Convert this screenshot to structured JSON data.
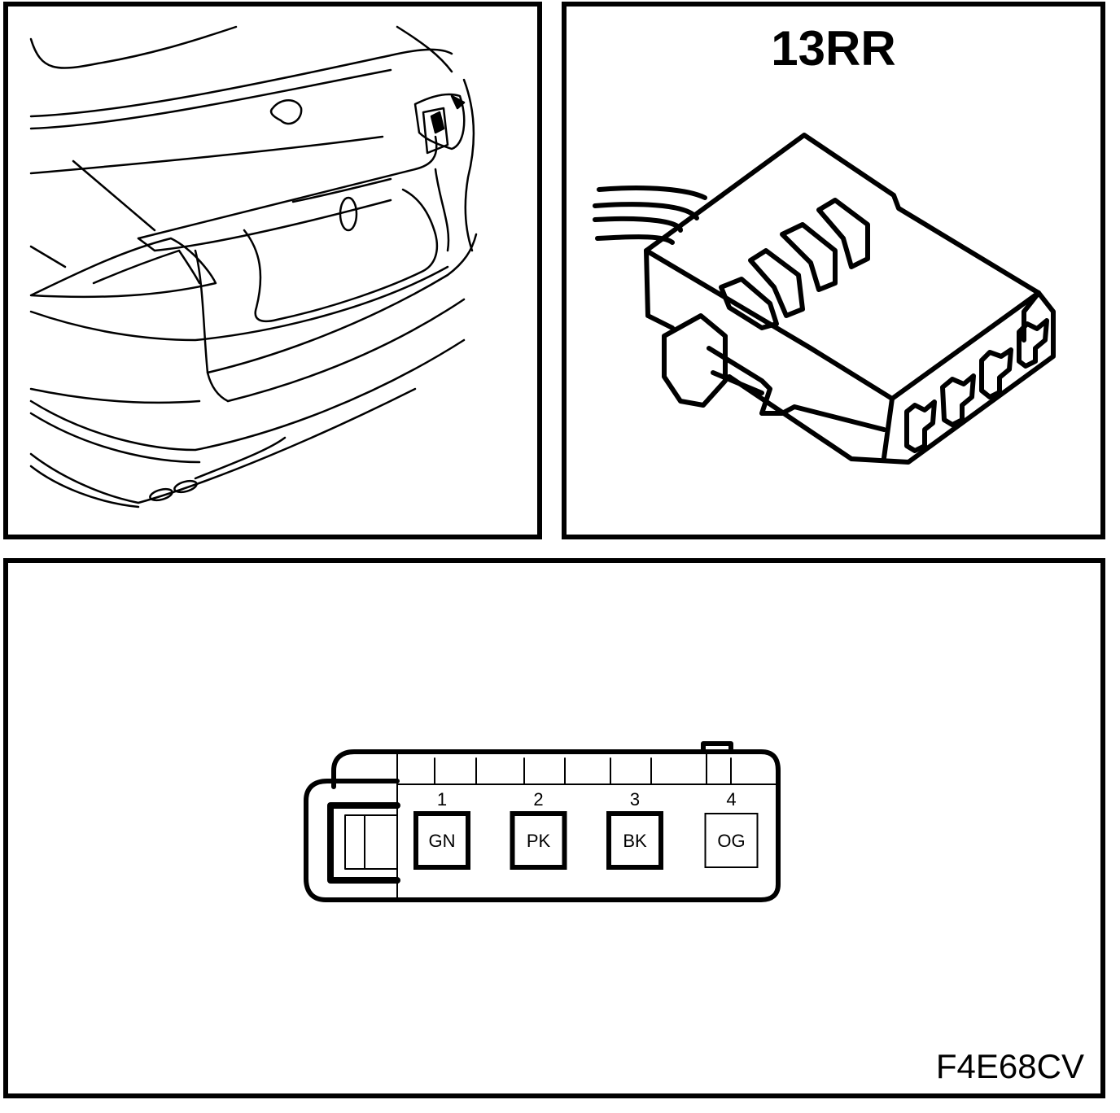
{
  "connector": {
    "id": "13RR"
  },
  "figure": {
    "code": "F4E68CV"
  },
  "pins": [
    {
      "number": "1",
      "color": "GN",
      "outline": "thick"
    },
    {
      "number": "2",
      "color": "PK",
      "outline": "thick"
    },
    {
      "number": "3",
      "color": "BK",
      "outline": "thick"
    },
    {
      "number": "4",
      "color": "OG",
      "outline": "thin"
    }
  ],
  "style": {
    "line_color": "#000000",
    "background": "#ffffff"
  }
}
